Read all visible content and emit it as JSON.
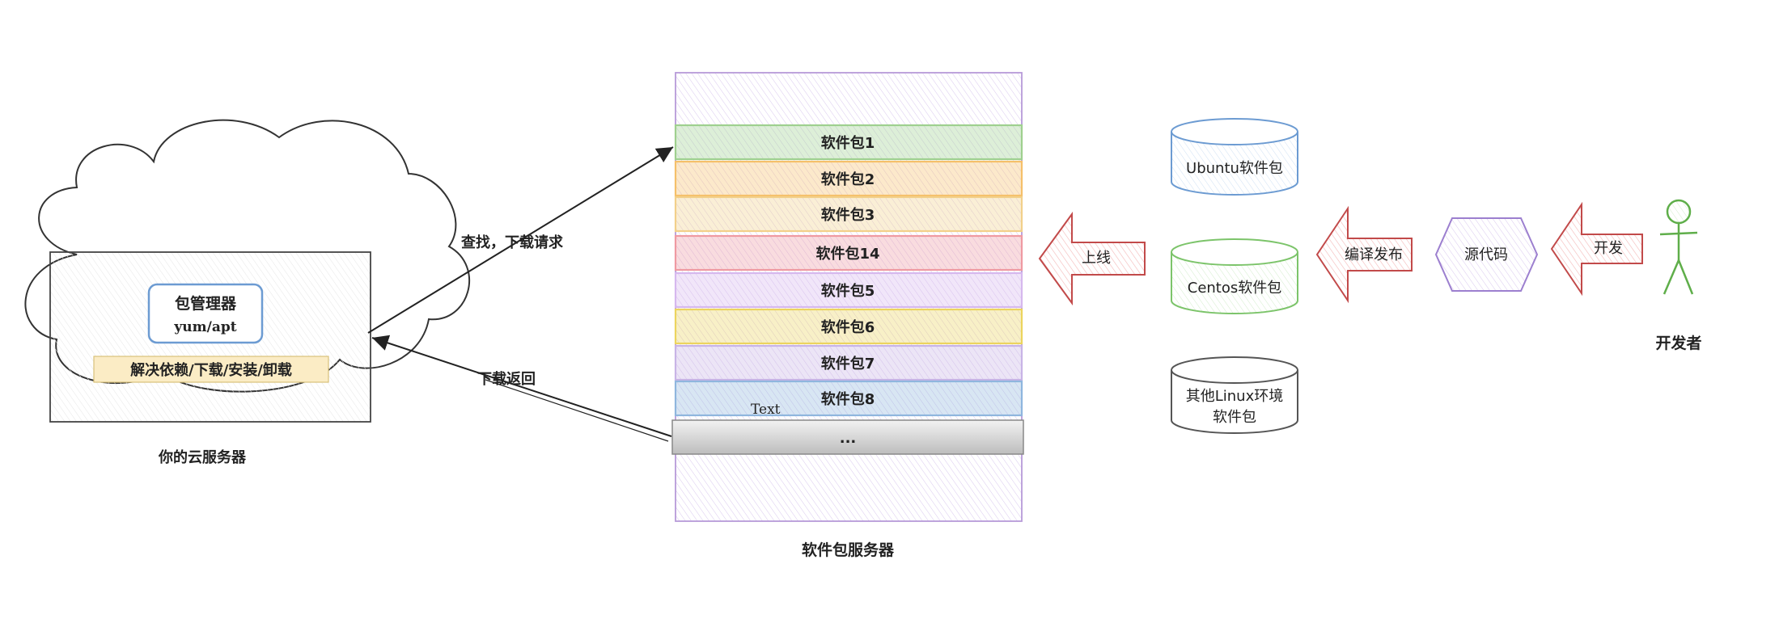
{
  "cloud_server": {
    "pkg_manager_title": "包管理器",
    "pkg_manager_sub": "yum/apt",
    "functions": "解决依赖/下载/安装/卸载",
    "caption": "你的云服务器"
  },
  "arrows": {
    "request": "查找，下载请求",
    "response": "下载返回",
    "online": "上线",
    "compile": "编译发布",
    "develop": "开发"
  },
  "pkg_server": {
    "caption": "软件包服务器",
    "items": [
      {
        "label": "软件包1",
        "color": "#9fd08f"
      },
      {
        "label": "软件包2",
        "color": "#f5c06a"
      },
      {
        "label": "软件包3",
        "color": "#f2d08a"
      },
      {
        "label": "软件包14",
        "color": "#ef9aa2"
      },
      {
        "label": "软件包5",
        "color": "#d6b8ee"
      },
      {
        "label": "软件包6",
        "color": "#ecd45e"
      },
      {
        "label": "软件包7",
        "color": "#c8b4e6"
      },
      {
        "label": "软件包8",
        "color": "#8fb6de"
      }
    ],
    "more": "...",
    "stray_text": "Text"
  },
  "repos": [
    {
      "label_line1": "Ubuntu软件包",
      "label_line2": "",
      "color": "#6c9bd2"
    },
    {
      "label_line1": "Centos软件包",
      "label_line2": "",
      "color": "#7cc46a"
    },
    {
      "label_line1": "其他Linux环境",
      "label_line2": "软件包",
      "color": "#555555"
    }
  ],
  "source_code": "源代码",
  "developer": "开发者"
}
